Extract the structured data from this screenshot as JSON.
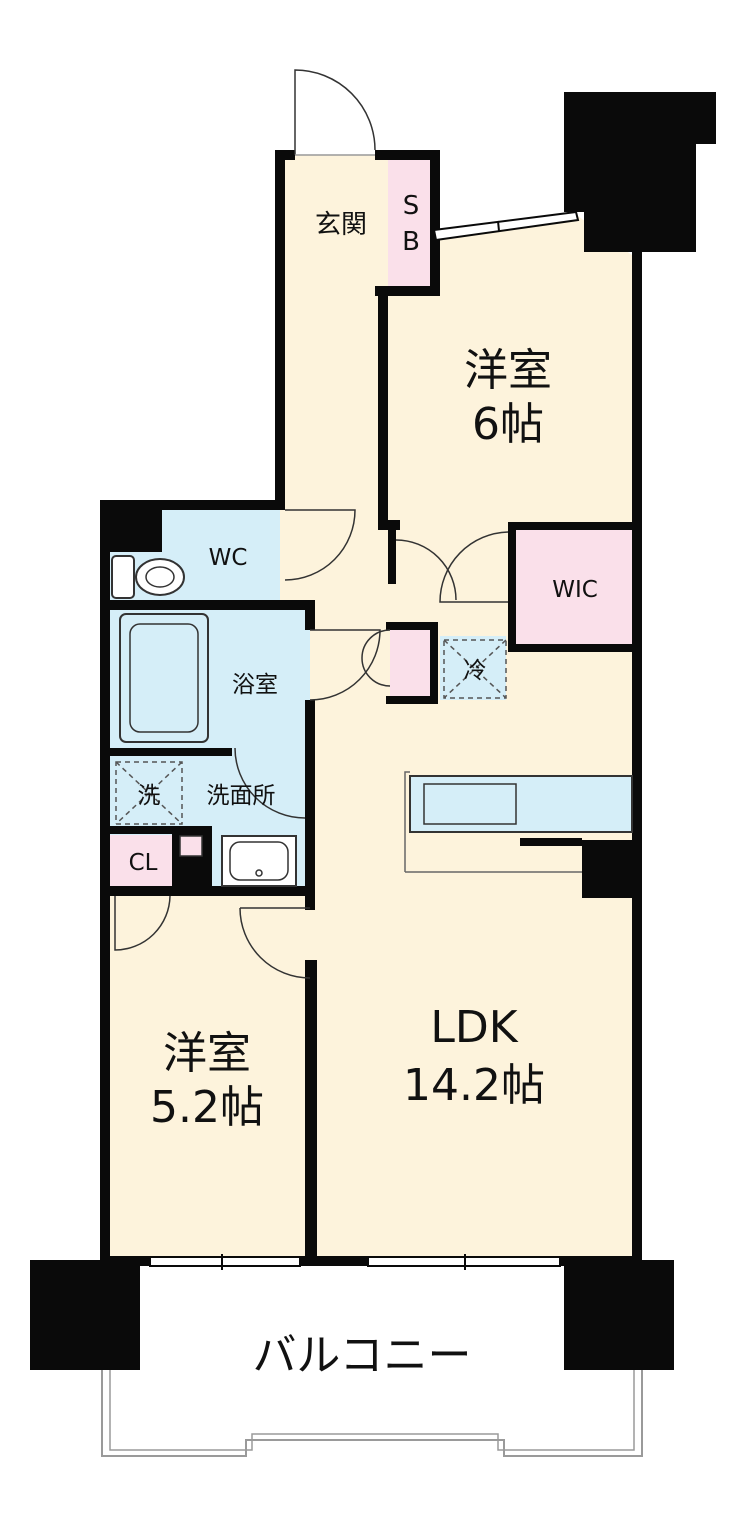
{
  "colors": {
    "room_beige": "#fdf3dc",
    "wet_blue": "#d5eef8",
    "storage_pink": "#fae0ea",
    "wall": "#0a0a0a"
  },
  "rooms": {
    "genkan": "玄関",
    "shoe_box_s": "S",
    "shoe_box_b": "B",
    "western_1_name": "洋室",
    "western_1_size": "6帖",
    "wc": "WC",
    "wic": "WIC",
    "bath": "浴室",
    "fridge": "冷",
    "washer": "洗",
    "washroom": "洗面所",
    "closet": "CL",
    "western_2_name": "洋室",
    "western_2_size": "5.2帖",
    "ldk_name": "LDK",
    "ldk_size": "14.2帖",
    "balcony": "バルコニー"
  },
  "icons": [
    "door-swing-icon",
    "toilet-icon",
    "bathtub-icon",
    "washbasin-icon",
    "kitchen-sink-icon",
    "window-icon"
  ]
}
